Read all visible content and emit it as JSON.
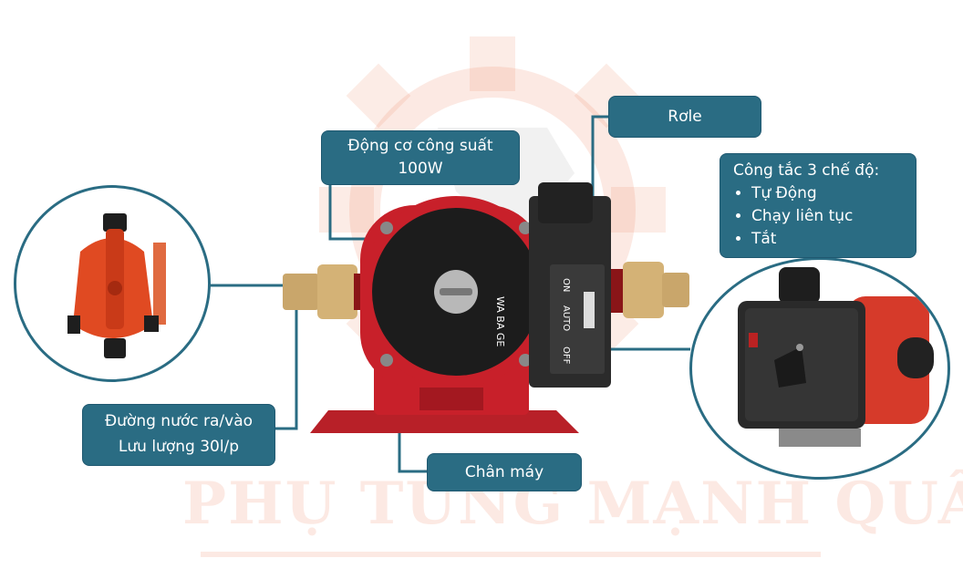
{
  "callouts": {
    "motor": {
      "line1": "Động cơ công suất",
      "line2": "100W"
    },
    "relay": {
      "label": "Rơle"
    },
    "switch": {
      "title": "Công tắc 3 chế độ:",
      "items": [
        "Tự Động",
        "Chạy liên tục",
        "Tắt"
      ]
    },
    "water": {
      "line1": "Đường nước ra/vào",
      "line2": "Lưu lượng 30l/p"
    },
    "base": {
      "label": "Chân máy"
    }
  },
  "pump_labels": {
    "brand": "WA BA GE",
    "on": "ON",
    "auto": "AUTO",
    "off": "OFF"
  },
  "watermark": {
    "text": "PHỤ TÙNG MẠNH QUÂN"
  },
  "colors": {
    "callout_bg": "#2a6c83",
    "pump_red": "#c8202a",
    "watermark": "#eb7850"
  }
}
